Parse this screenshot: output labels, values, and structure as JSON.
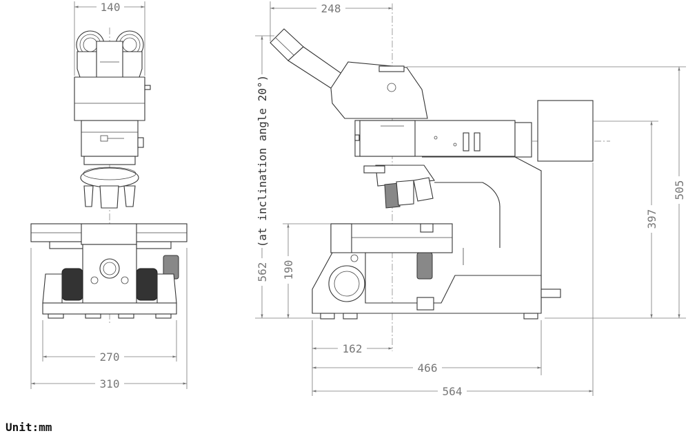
{
  "front_view": {
    "top_width": "140",
    "inner_base_width": "270",
    "outer_base_width": "310"
  },
  "side_view": {
    "top_length": "248",
    "total_height": "505",
    "mid_height": "397",
    "stage_height": "190",
    "eyepiece_height": "562",
    "inclination_note": "(at inclination angle 20°)",
    "optical_axis_distance": "162",
    "base_length": "466",
    "total_length": "564"
  },
  "unit_label": "Unit:mm"
}
